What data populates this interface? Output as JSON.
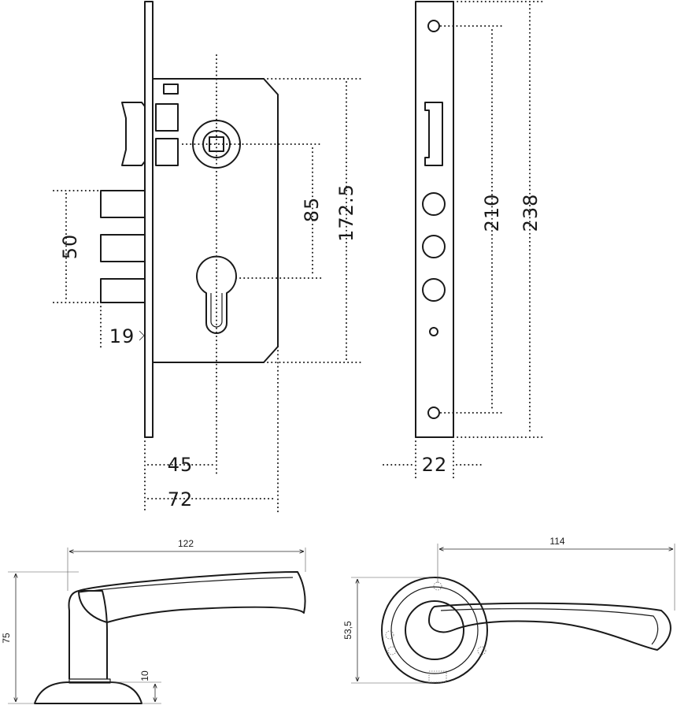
{
  "lock_body_side": {
    "dimensions": {
      "latch_spacing": "50",
      "latch_projection": "19",
      "backset": "45",
      "body_depth": "72",
      "center_distance": "85",
      "body_height": "172.5"
    }
  },
  "faceplate_front": {
    "dimensions": {
      "plate_width": "22",
      "screw_spacing": "210",
      "plate_length": "238"
    }
  },
  "handle_side": {
    "dimensions": {
      "handle_length": "122",
      "handle_height": "75",
      "rose_thickness": "10"
    }
  },
  "handle_front": {
    "dimensions": {
      "handle_length": "114",
      "rose_diameter": "53,5"
    }
  }
}
